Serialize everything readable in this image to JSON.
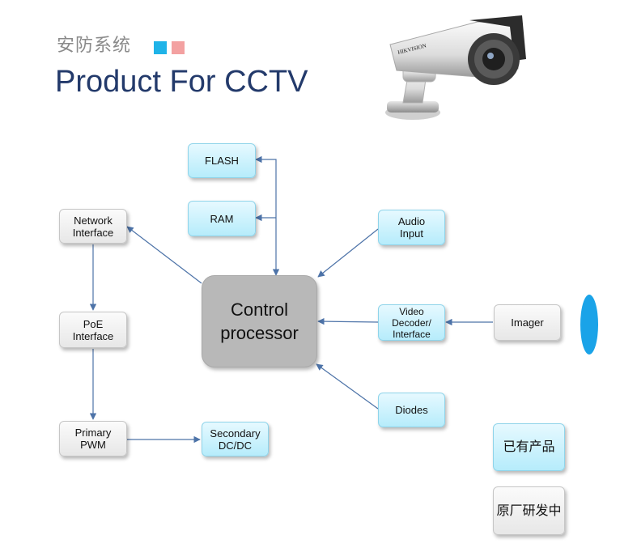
{
  "header": {
    "subtitle": "安防系统",
    "title": "Product For CCTV"
  },
  "camera": {
    "brand": "HIKVISION"
  },
  "blocks": {
    "flash": "FLASH",
    "ram": "RAM",
    "network_interface": "Network\nInterface",
    "poe_interface": "PoE\nInterface",
    "primary_pwm": "Primary\nPWM",
    "secondary_dcdc": "Secondary\nDC/DC",
    "control_processor": "Control\nprocessor",
    "audio_input": "Audio\nInput",
    "video_decoder": "Video\nDecoder/\nInterface",
    "imager": "Imager",
    "diodes": "Diodes"
  },
  "legend": {
    "existing": "已有产品",
    "in_development": "原厂研发中"
  },
  "colors": {
    "title": "#233a6b",
    "accent_blue": "#1fb3e8",
    "accent_pink": "#f3a1a1",
    "arrow": "#4d73a8",
    "cyan_fill": "#c9f1fc",
    "lens": "#1aa3e8"
  }
}
